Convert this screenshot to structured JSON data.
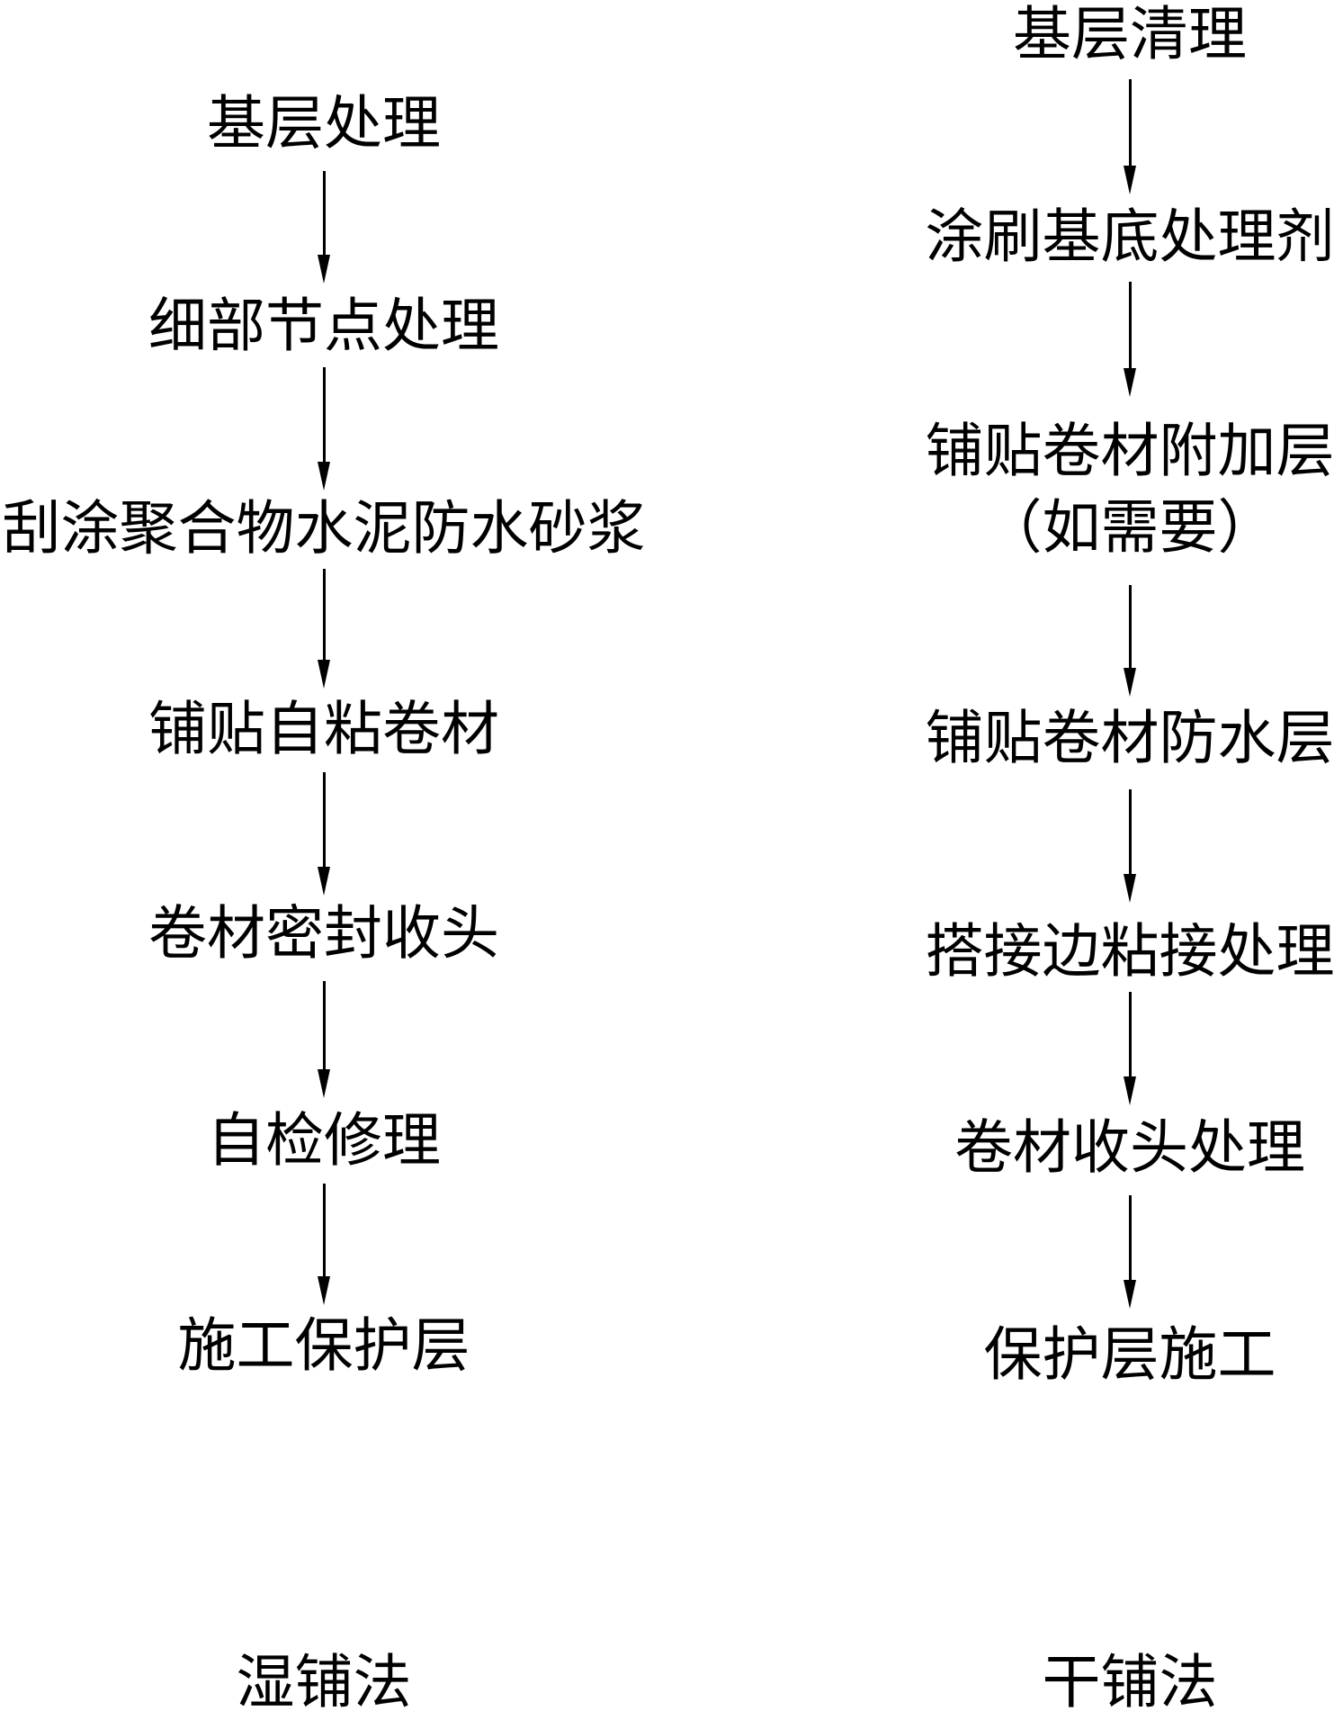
{
  "palette": {
    "background": "#ffffff",
    "ink": "#000000"
  },
  "flowchart": {
    "left_column": {
      "method_label": "湿铺法",
      "steps": [
        "基层处理",
        "细部节点处理",
        "刮涂聚合物水泥防水砂浆",
        "铺贴自粘卷材",
        "卷材密封收头",
        "自检修理",
        "施工保护层"
      ]
    },
    "right_column": {
      "method_label": "干铺法",
      "steps": [
        "基层清理",
        "涂刷基底处理剂",
        "铺贴卷材附加层",
        "铺贴卷材防水层",
        "搭接边粘接处理",
        "卷材收头处理",
        "保护层施工"
      ],
      "step3_note": "（如需要）"
    }
  }
}
